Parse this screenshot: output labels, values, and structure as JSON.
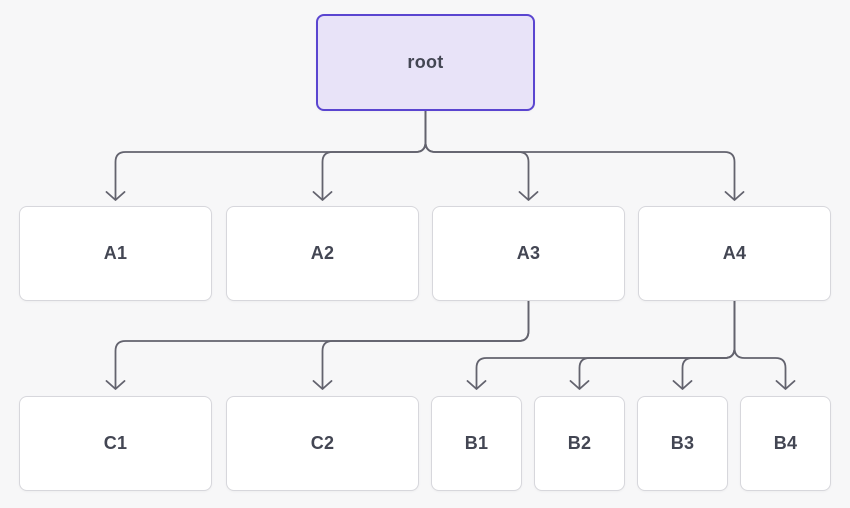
{
  "diagram": {
    "nodes": [
      {
        "id": "root",
        "label": "root",
        "kind": "root"
      },
      {
        "id": "A1",
        "label": "A1",
        "kind": "default"
      },
      {
        "id": "A2",
        "label": "A2",
        "kind": "default"
      },
      {
        "id": "A3",
        "label": "A3",
        "kind": "default"
      },
      {
        "id": "A4",
        "label": "A4",
        "kind": "default"
      },
      {
        "id": "C1",
        "label": "C1",
        "kind": "default"
      },
      {
        "id": "C2",
        "label": "C2",
        "kind": "default"
      },
      {
        "id": "B1",
        "label": "B1",
        "kind": "default"
      },
      {
        "id": "B2",
        "label": "B2",
        "kind": "default"
      },
      {
        "id": "B3",
        "label": "B3",
        "kind": "default"
      },
      {
        "id": "B4",
        "label": "B4",
        "kind": "default"
      }
    ],
    "edges": [
      {
        "from": "root",
        "to": "A1"
      },
      {
        "from": "root",
        "to": "A2"
      },
      {
        "from": "root",
        "to": "A3"
      },
      {
        "from": "root",
        "to": "A4"
      },
      {
        "from": "A3",
        "to": "C1"
      },
      {
        "from": "A3",
        "to": "C2"
      },
      {
        "from": "A4",
        "to": "B1"
      },
      {
        "from": "A4",
        "to": "B2"
      },
      {
        "from": "A4",
        "to": "B3"
      },
      {
        "from": "A4",
        "to": "B4"
      }
    ]
  },
  "colors": {
    "background": "#f7f7f8",
    "node_fill": "#ffffff",
    "node_border": "#d7d7dc",
    "node_text": "#434653",
    "root_fill": "#e8e3f8",
    "root_border": "#5a45d0",
    "edge": "#63636e"
  }
}
